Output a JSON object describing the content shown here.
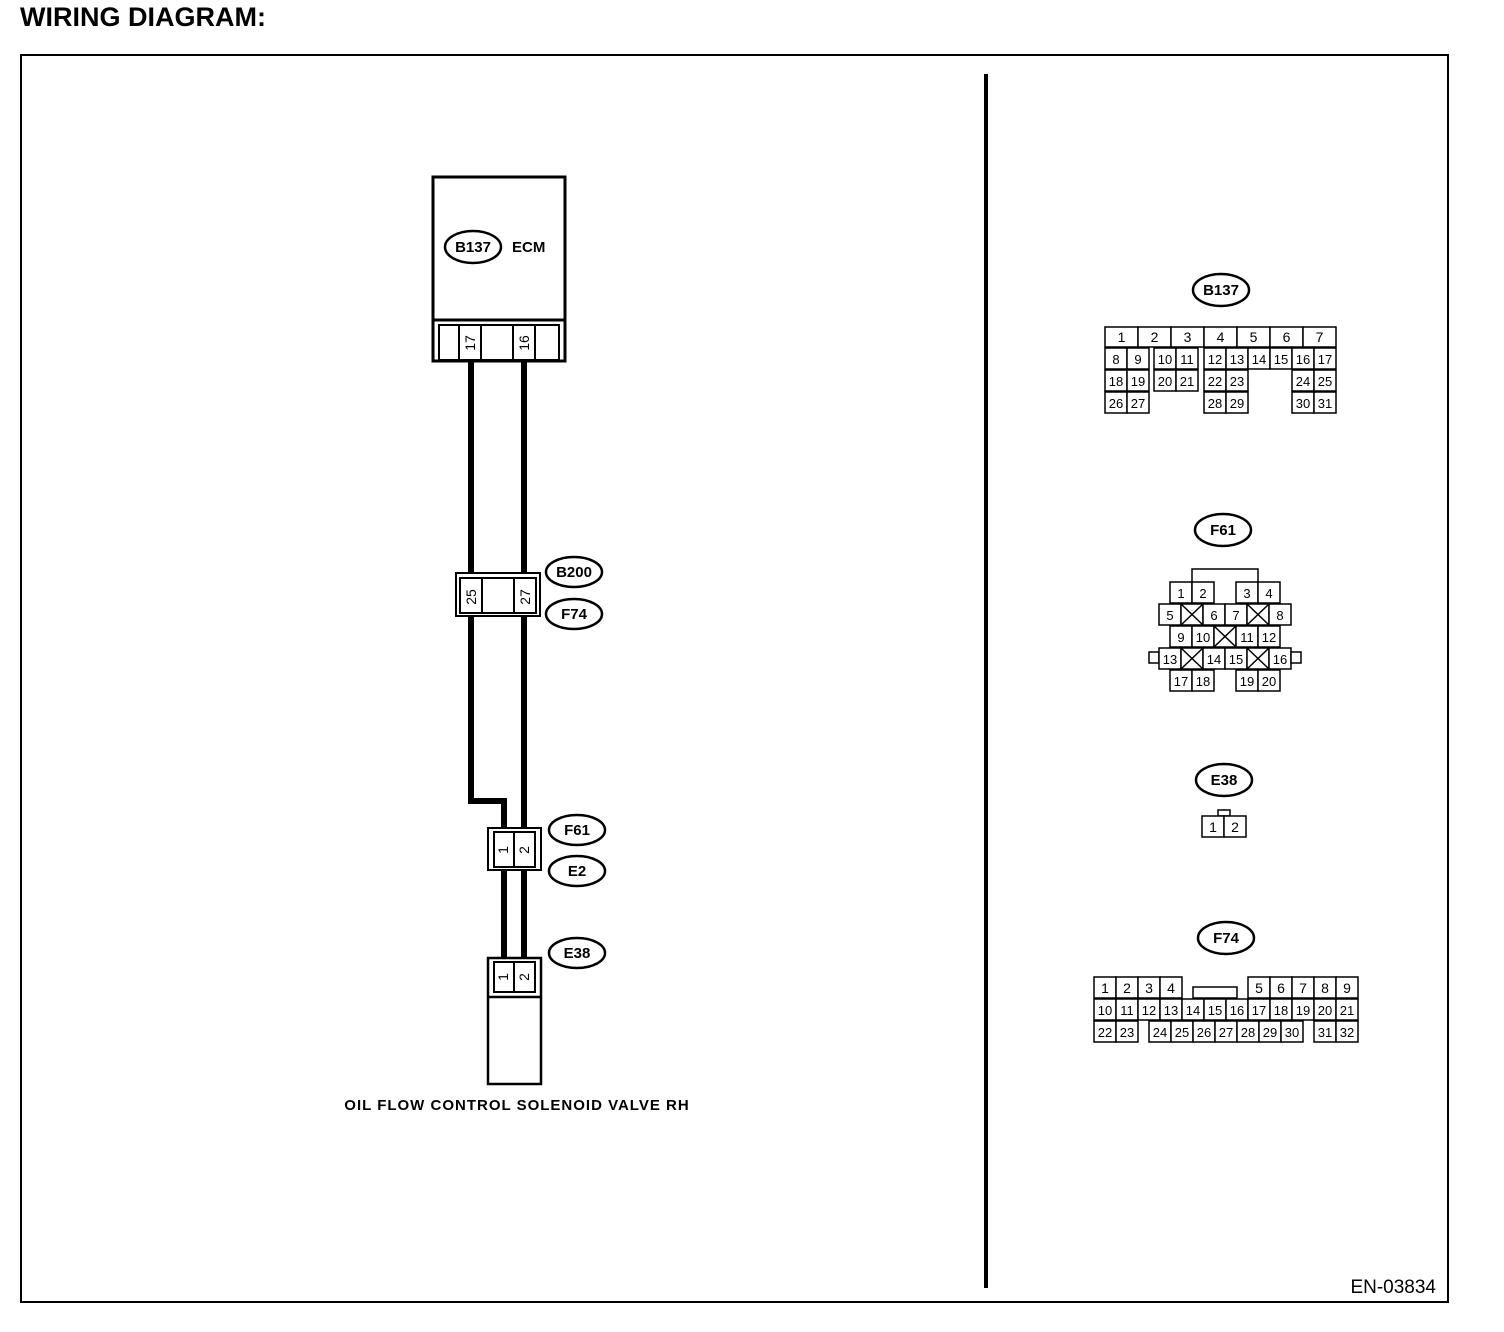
{
  "title": "WIRING DIAGRAM:",
  "figure_code": "EN-03834",
  "ecm": {
    "connector": "B137",
    "label": "ECM",
    "pins": [
      "17",
      "16"
    ]
  },
  "joint_connector": {
    "upper": "B200",
    "lower": "F74",
    "pins": [
      "25",
      "27"
    ]
  },
  "valve_connector": {
    "upper": "F61",
    "lower": "E2",
    "pins": [
      "1",
      "2"
    ]
  },
  "valve": {
    "connector": "E38",
    "pins": [
      "1",
      "2"
    ],
    "label": "OIL FLOW CONTROL SOLENOID VALVE RH"
  },
  "connector_faces": {
    "b137": {
      "name": "B137",
      "rows": [
        [
          "1",
          "2",
          "3",
          "4",
          "5",
          "6",
          "7"
        ],
        [
          "8",
          "9",
          "10",
          "11",
          "12",
          "13",
          "14",
          "15",
          "16",
          "17"
        ],
        [
          "18",
          "19",
          "20",
          "21",
          "22",
          "23",
          "24",
          "25"
        ],
        [
          "26",
          "27",
          "28",
          "29",
          "30",
          "31"
        ]
      ]
    },
    "f61": {
      "name": "F61",
      "rows": [
        [
          "1",
          "2",
          "3",
          "4"
        ],
        [
          "5",
          "6",
          "7",
          "8"
        ],
        [
          "9",
          "10",
          "11",
          "12"
        ],
        [
          "13",
          "14",
          "15",
          "16"
        ],
        [
          "17",
          "18",
          "19",
          "20"
        ]
      ]
    },
    "e38": {
      "name": "E38",
      "rows": [
        [
          "1",
          "2"
        ]
      ]
    },
    "f74": {
      "name": "F74",
      "rows": [
        [
          "1",
          "2",
          "3",
          "4",
          "5",
          "6",
          "7",
          "8",
          "9"
        ],
        [
          "10",
          "11",
          "12",
          "13",
          "14",
          "15",
          "16",
          "17",
          "18",
          "19",
          "20",
          "21"
        ],
        [
          "22",
          "23",
          "24",
          "25",
          "26",
          "27",
          "28",
          "29",
          "30",
          "31",
          "32"
        ]
      ]
    }
  }
}
